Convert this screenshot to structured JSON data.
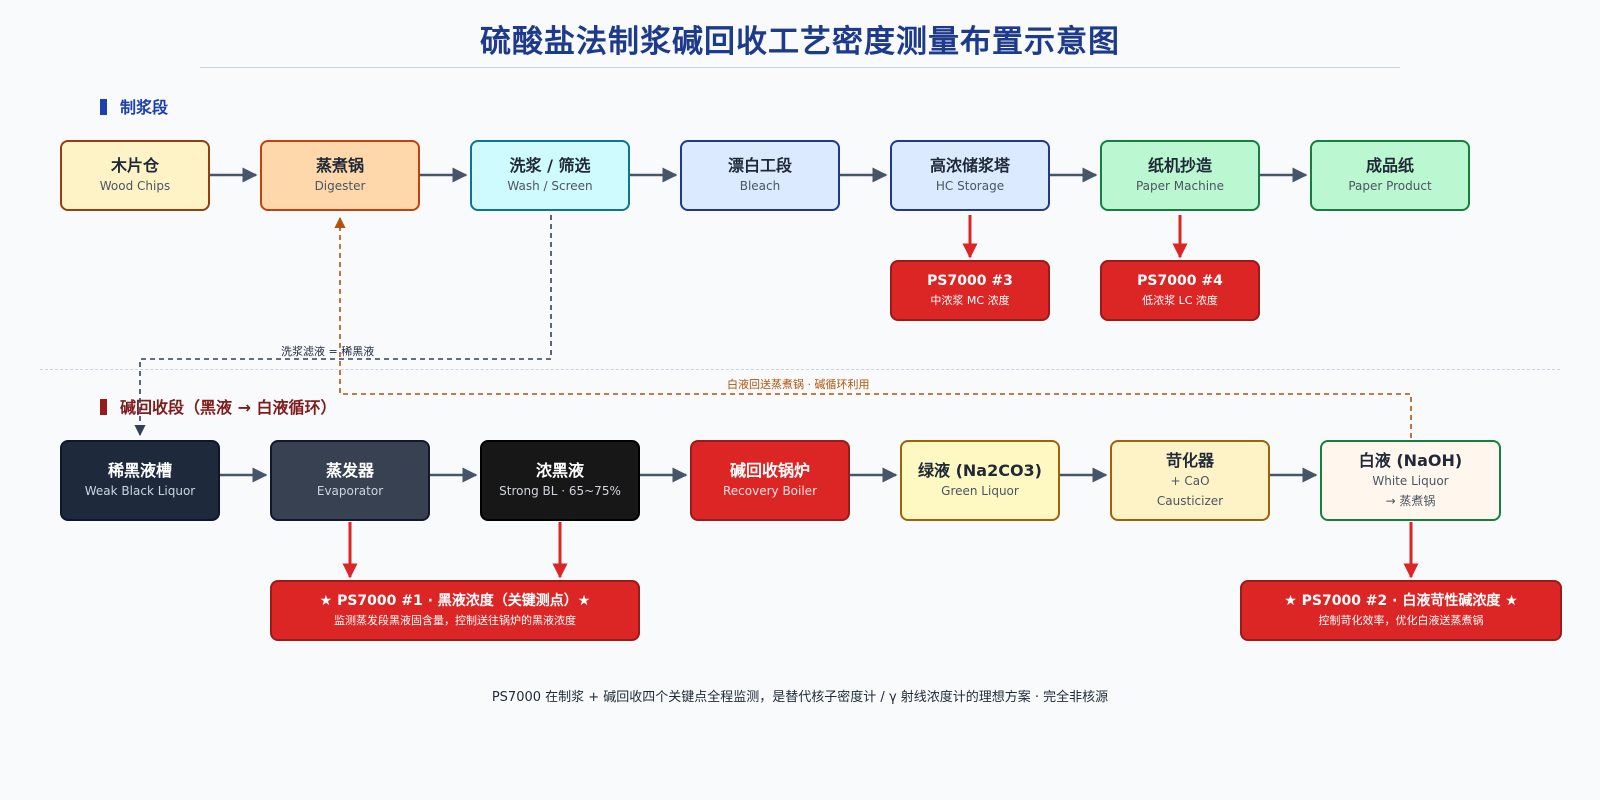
{
  "title": "硫酸盐法制浆碱回收工艺密度测量布置示意图",
  "sections": {
    "pulping": "制浆段",
    "recovery": "碱回收段（黑液 → 白液循环）"
  },
  "pulp_line": [
    {
      "main": "木片仓",
      "sub": "Wood Chips"
    },
    {
      "main": "蒸煮锅",
      "sub": "Digester"
    },
    {
      "main": "洗浆 / 筛选",
      "sub": "Wash / Screen"
    },
    {
      "main": "漂白工段",
      "sub": "Bleach"
    },
    {
      "main": "高浓储浆塔",
      "sub": "HC Storage"
    },
    {
      "main": "纸机抄造",
      "sub": "Paper Machine"
    },
    {
      "main": "成品纸",
      "sub": "Paper Product"
    }
  ],
  "recovery_line": [
    {
      "main": "稀黑液槽",
      "sub": "Weak Black Liquor"
    },
    {
      "main": "蒸发器",
      "sub": "Evaporator"
    },
    {
      "main": "浓黑液",
      "sub": "Strong BL · 65~75%"
    },
    {
      "main": "碱回收锅炉",
      "sub": "Recovery Boiler"
    },
    {
      "main": "绿液 (Na2CO3)",
      "sub": "Green Liquor"
    },
    {
      "main": "苛化器",
      "sub": "+ CaO",
      "sub2": "Causticizer"
    },
    {
      "main": "白液 (NaOH)",
      "sub": "White Liquor",
      "sub2": "→ 蒸煮锅"
    }
  ],
  "sensors": [
    {
      "main": "PS7000 #3",
      "sub": "中浓浆 MC 浓度"
    },
    {
      "main": "PS7000 #4",
      "sub": "低浓浆 LC 浓度"
    },
    {
      "main": "★ PS7000 #1 · 黑液浓度（关键测点）★",
      "sub": "监测蒸发段黑液固含量，控制送往锅炉的黑液浓度"
    },
    {
      "main": "★ PS7000 #2 · 白液苛性碱浓度 ★",
      "sub": "控制苛化效率，优化白液送蒸煮锅"
    }
  ],
  "flow_labels": {
    "wash_filtrate": "洗浆滤液 = 稀黑液",
    "white_return": "白液回送蒸煮锅 · 碱循环利用"
  },
  "footer": "PS7000 在制浆 + 碱回收四个关键点全程监测，是替代核子密度计 / γ 射线浓度计的理想方案 · 完全非核源",
  "colors": {
    "arrow": "#475569",
    "sensor_arrow": "#dc2626",
    "filtrate_line": "#334155",
    "return_line": "#b45309"
  }
}
